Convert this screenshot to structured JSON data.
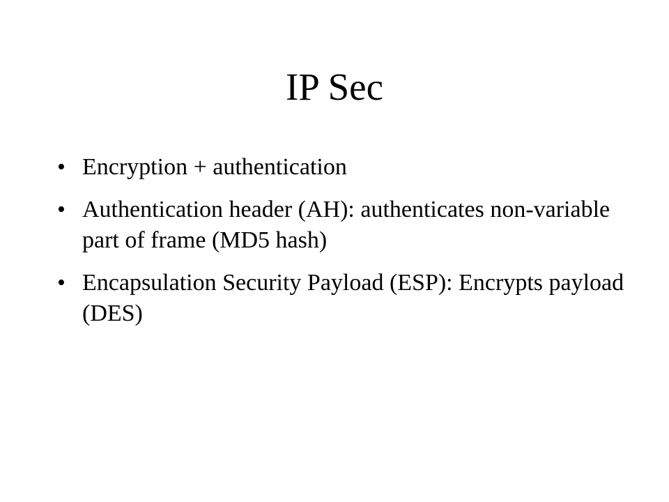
{
  "slide": {
    "title": "IP Sec",
    "bullet_char": "•",
    "bullets": [
      "Encryption + authentication",
      "Authentication header (AH): authenticates non-variable part of frame (MD5 hash)",
      "Encapsulation Security Payload (ESP): Encrypts payload (DES)"
    ]
  }
}
